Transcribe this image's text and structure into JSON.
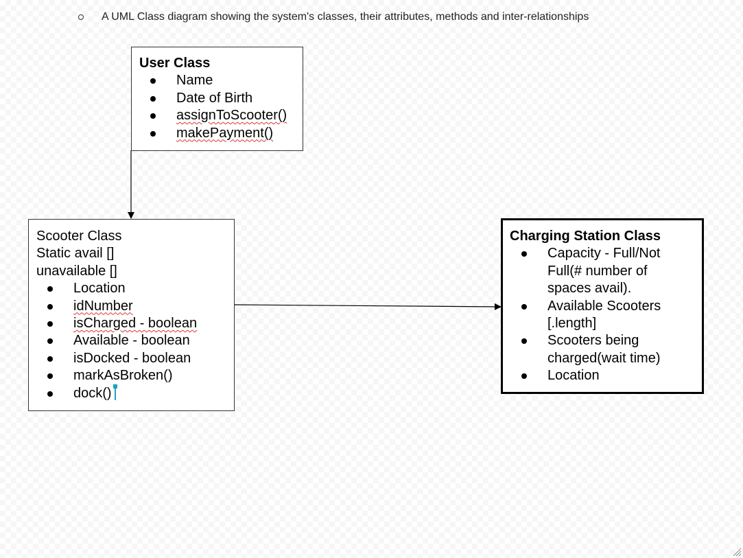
{
  "caption": {
    "bullet_icon": "hollow-circle-icon",
    "text": "A UML Class diagram showing the system's classes, their attributes, methods and inter-relationships"
  },
  "user_class": {
    "title": "User Class",
    "items": [
      "Name",
      "Date of Birth",
      "assignToScooter()",
      "makePayment()"
    ]
  },
  "scooter_class": {
    "header_lines": [
      "Scooter Class",
      "Static avail []",
      "unavailable []"
    ],
    "items": [
      "Location",
      "idNumber",
      "isCharged - boolean",
      "Available - boolean",
      "isDocked - boolean",
      "markAsBroken()",
      "dock()"
    ]
  },
  "charging_station_class": {
    "title": "Charging Station Class",
    "items": [
      "Capacity - Full/Not Full(# number of spaces avail).",
      "Available Scooters [.length]",
      "Scooters being charged(wait time)",
      "Location"
    ]
  },
  "colors": {
    "spell_underline": "#dd3333",
    "cursor": "#1aa3b8"
  }
}
